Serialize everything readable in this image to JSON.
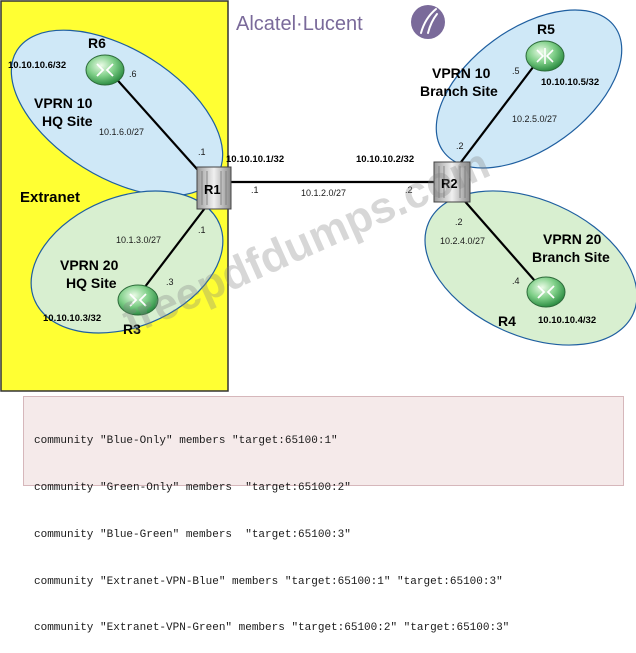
{
  "brand": {
    "name": "Alcatel·Lucent",
    "color": "#7a6a9a"
  },
  "colors": {
    "extranet_fill": "#ffff33",
    "vprn10_fill": "#cfe8f7",
    "vprn20_fill": "#d8efd0",
    "ellipse_stroke": "#1f5fa0"
  },
  "extranet": {
    "label": "Extranet"
  },
  "sites": {
    "hq10": {
      "line1": "VPRN 10",
      "line2": "HQ Site"
    },
    "hq20": {
      "line1": "VPRN 20",
      "line2": "HQ Site"
    },
    "br10": {
      "line1": "VPRN 10",
      "line2": "Branch Site"
    },
    "br20": {
      "line1": "VPRN 20",
      "line2": "Branch Site"
    }
  },
  "routers": {
    "r1": {
      "name": "R1",
      "loopback": "10.10.10.1/32",
      "icon": "router-chassis-icon"
    },
    "r2": {
      "name": "R2",
      "loopback": "10.10.10.2/32",
      "icon": "router-chassis-icon"
    },
    "r3": {
      "name": "R3",
      "loopback": "10.10.10.3/32",
      "icon": "router-icon"
    },
    "r4": {
      "name": "R4",
      "loopback": "10.10.10.4/32",
      "icon": "router-icon"
    },
    "r5": {
      "name": "R5",
      "loopback": "10.10.10.5/32",
      "icon": "router-icon"
    },
    "r6": {
      "name": "R6",
      "loopback": "10.10.10.6/32",
      "icon": "router-icon"
    }
  },
  "links": {
    "r1_r6": {
      "subnet": "10.1.6.0/27",
      "r1_end": ".1",
      "far_end": ".6"
    },
    "r1_r3": {
      "subnet": "10.1.3.0/27",
      "r1_end": ".1",
      "far_end": ".3"
    },
    "r1_r2": {
      "subnet": "10.1.2.0/27",
      "r1_end": ".1",
      "far_end": ".2"
    },
    "r2_r5": {
      "subnet": "10.2.5.0/27",
      "r2_end": ".2",
      "far_end": ".5"
    },
    "r2_r4": {
      "subnet": "10.2.4.0/27",
      "r2_end": ".2",
      "far_end": ".4"
    }
  },
  "config_lines": [
    "community \"Blue-Only\" members \"target:65100:1\"",
    "community \"Green-Only\" members  \"target:65100:2\"",
    "community \"Blue-Green\" members  \"target:65100:3\"",
    "community \"Extranet-VPN-Blue\" members \"target:65100:1\" \"target:65100:3\"",
    "community \"Extranet-VPN-Green\" members \"target:65100:2\" \"target:65100:3\""
  ],
  "watermark": "freepdfdumps.com"
}
